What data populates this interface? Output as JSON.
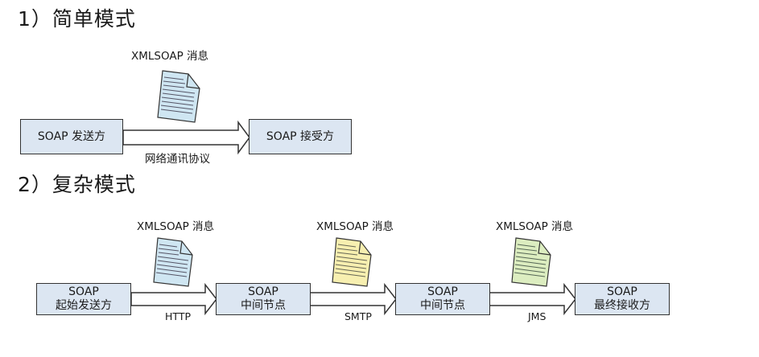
{
  "simple": {
    "heading": "1）简单模式",
    "message_label": "XMLSOAP 消息",
    "sender": "SOAP 发送方",
    "receiver": "SOAP 接受方",
    "protocol": "网络通讯协议"
  },
  "complex": {
    "heading": "2）复杂模式",
    "messages": [
      "XMLSOAP 消息",
      "XMLSOAP 消息",
      "XMLSOAP 消息"
    ],
    "nodes": [
      {
        "line1": "SOAP",
        "line2": "起始发送方"
      },
      {
        "line1": "SOAP",
        "line2": "中间节点"
      },
      {
        "line1": "SOAP",
        "line2": "中间节点"
      },
      {
        "line1": "SOAP",
        "line2": "最终接收方"
      }
    ],
    "protocols": [
      "HTTP",
      "SMTP",
      "JMS"
    ]
  },
  "colors": {
    "box_fill": "#dce6f2",
    "doc_blue": "#cfe6f2",
    "doc_yellow": "#f7efb0",
    "doc_green": "#dcedc0"
  },
  "icons": [
    "document-icon",
    "arrow-right-icon"
  ]
}
